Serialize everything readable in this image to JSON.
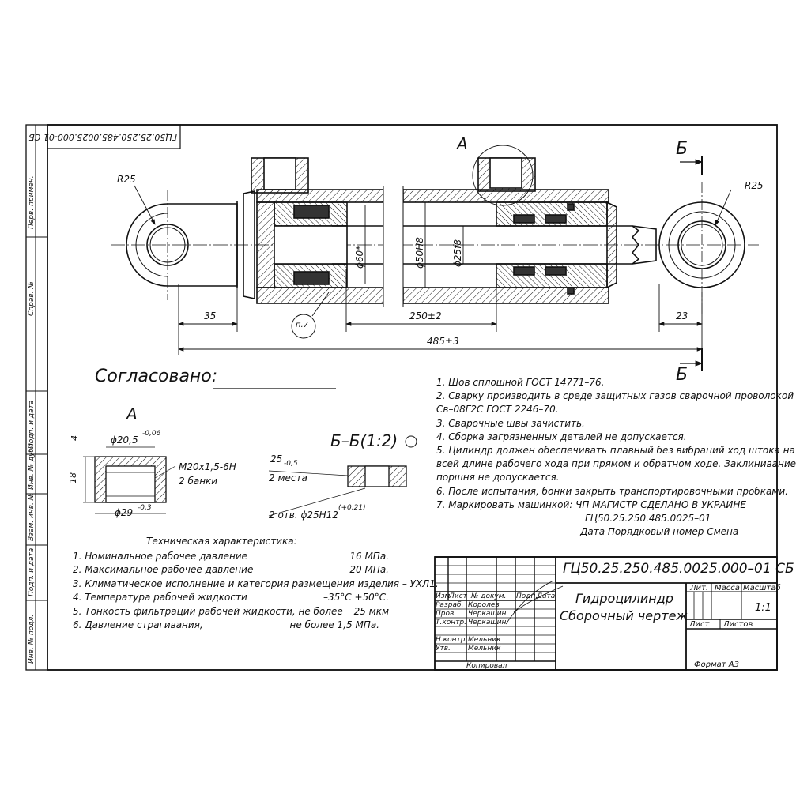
{
  "sheet": {
    "stamp_code_rotated": "ГЦ50.25.250.485.0025.000-01 СБ",
    "side_labels": [
      "Перв. примен.",
      "Справ. №",
      "Подп. и дата",
      "Инв. № дубл.",
      "Взам. инв. №",
      "Подп. и дата",
      "Инв. № подл."
    ]
  },
  "drawing": {
    "radius_left": "R25",
    "radius_right": "R25",
    "view_a_mark": "А",
    "section_mark_top": "Б",
    "section_mark_bottom": "Б",
    "dim_60": "ϕ60*",
    "dim_50": "ϕ50H8",
    "dim_25": "ϕ25f8",
    "dim_35": "35",
    "dim_250": "250±2",
    "dim_23": "23",
    "dim_485": "485±3",
    "callout_p7": "п.7"
  },
  "approval": {
    "label": "Согласовано:"
  },
  "view_a": {
    "title": "А",
    "dim_4": "4",
    "dim_18": "18",
    "dim_d20": "ϕ20,5",
    "dim_d20_tol": "-0,06",
    "dim_d29": "ϕ29",
    "dim_d29_tol": "-0,3",
    "thread": "M20x1,5-6H",
    "banks": "2 банки"
  },
  "section_bb": {
    "title": "Б–Б(1:2)",
    "dim_25": "25",
    "dim_25_tol": "-0,5",
    "places": "2 места",
    "holes": "2 отв. ϕ25H12",
    "holes_tol": "(+0,21)"
  },
  "notes": [
    "1. Шов сплошной  ГОСТ 14771–76.",
    "2. Сварку производить в среде защитных газов сварочной проволокой",
    "Св–08Г2С    ГОСТ 2246–70.",
    "3. Сварочные швы зачистить.",
    "4. Сборка загрязненных деталей не допускается.",
    "5. Цилиндр должен обеспечивать плавный без вибраций ход штока на",
    "всей длине рабочего хода  при прямом и обратном ходе. Заклинивание",
    "поршня не допускается.",
    "6. После испытания, бонки закрыть транспортировочными пробками.",
    "7. Маркировать машинкой: ЧП МАГИСТР    СДЕЛАНО В УКРАИНЕ",
    "ГЦ50.25.250.485.0025–01",
    "Дата  Порядковый номер  Смена"
  ],
  "specs": {
    "title": "Техническая характеристика:",
    "rows": [
      {
        "label": "1. Номинальное рабочее давление",
        "value": "16 МПа."
      },
      {
        "label": "2. Максимальное рабочее давление",
        "value": "20 МПа."
      },
      {
        "label": "3. Климатическое исполнение и категория размещения изделия – УХЛ1.",
        "value": ""
      },
      {
        "label": "4. Температура рабочей жидкости",
        "value": "–35°С +50°С."
      },
      {
        "label": "5. Тонкость фильтрации рабочей жидкости, не более",
        "value": "25 мкм"
      },
      {
        "label": "6. Давление страгивания,",
        "value": "не более      1,5 МПа."
      }
    ]
  },
  "title_block": {
    "code": "ГЦ50.25.250.485.0025.000–01 СБ",
    "name_line1": "Гидроцилиндр",
    "name_line2": "Сборочный чертеж",
    "col_headers": [
      "Изм.",
      "Лист",
      "№ докум.",
      "Подп.",
      "Дата"
    ],
    "roles": [
      {
        "role": "Разраб.",
        "name": "Королев"
      },
      {
        "role": "Пров.",
        "name": "Черкашин"
      },
      {
        "role": "Т.контр.",
        "name": "Черкашин"
      },
      {
        "role": "",
        "name": ""
      },
      {
        "role": "Н.контр.",
        "name": "Мельник"
      },
      {
        "role": "Утв.",
        "name": "Мельник"
      }
    ],
    "lit": "Лит.",
    "mass": "Масса",
    "scale": "Масштаб",
    "scale_value": "1:1",
    "sheet": "Лист",
    "sheets": "Листов",
    "copied": "Копировал",
    "format": "Формат   А3"
  }
}
